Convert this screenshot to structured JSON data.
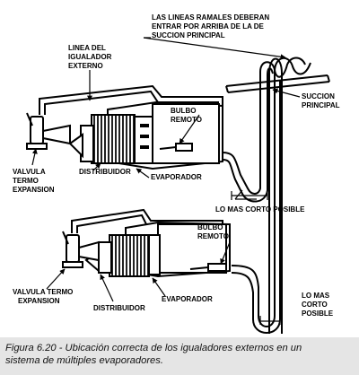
{
  "labels": {
    "ramales": [
      "LAS LINEAS RAMALES DEBERAN",
      "ENTRAR POR ARRIBA DE LA DE",
      "SUCCION PRINCIPAL"
    ],
    "igualador": [
      "LINEA DEL",
      "IGUALADOR",
      "EXTERNO"
    ],
    "succion_principal": [
      "SUCCION",
      "PRINCIPAL"
    ],
    "bulbo_remoto_top": [
      "BULBO",
      "REMOTO"
    ],
    "bulbo_remoto_bottom": [
      "BULBO",
      "REMOTO"
    ],
    "valvula_top": [
      "VALVULA",
      "TERMO",
      "EXPANSION"
    ],
    "distribuidor_top": "DISTRIBUIDOR",
    "evaporador_top": "EVAPORADOR",
    "lo_mas_corto_top": "LO MAS CORTO POSIBLE",
    "valvula_bottom": [
      "VALVULA TERMO",
      "EXPANSION"
    ],
    "distribuidor_bottom": "DISTRIBUIDOR",
    "evaporador_bottom": "EVAPORADOR",
    "lo_mas_corto_bottom": [
      "LO MAS",
      "CORTO",
      "POSIBLE"
    ]
  },
  "caption": {
    "line1": "Figura 6.20 - Ubicación correcta de los igualadores externos en un",
    "line2": "sistema de múltiples evaporadores."
  }
}
